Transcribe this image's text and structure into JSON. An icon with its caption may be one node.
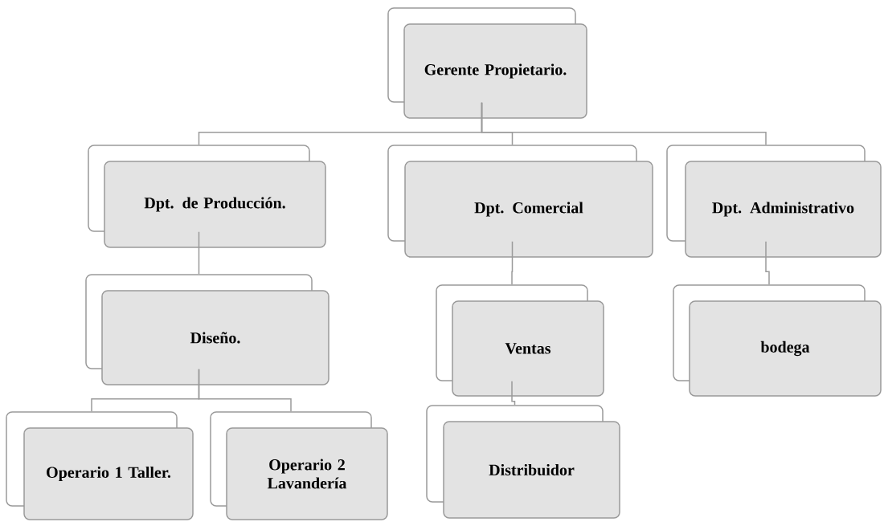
{
  "diagram": {
    "nodes": [
      {
        "text": [
          "Gerente Propietario."
        ]
      },
      {
        "text": [
          "Dpt. de Producción."
        ]
      },
      {
        "text": [
          "Dpt. Comercial"
        ]
      },
      {
        "text": [
          "Dpt. Administrativo"
        ]
      },
      {
        "text": [
          "Diseño."
        ]
      },
      {
        "text": [
          "Ventas"
        ]
      },
      {
        "text": [
          "bodega"
        ]
      },
      {
        "text": [
          "Operario 1 Taller."
        ]
      },
      {
        "text": [
          "Operario 2 Lavandería"
        ]
      },
      {
        "text": [
          "Distribuidor"
        ]
      }
    ],
    "edges": [
      {
        "from": 0,
        "to": 1,
        "arrow": "none"
      },
      {
        "from": 0,
        "to": 2,
        "arrow": "none"
      },
      {
        "from": 0,
        "to": 3,
        "arrow": "none"
      },
      {
        "from": 1,
        "to": 4,
        "arrow": "none"
      },
      {
        "from": 4,
        "to": 7,
        "arrow": "none"
      },
      {
        "from": 4,
        "to": 8,
        "arrow": "none"
      },
      {
        "from": 2,
        "to": 5,
        "arrow": "none"
      },
      {
        "from": 5,
        "to": 9,
        "arrow": "none"
      },
      {
        "from": 3,
        "to": 6,
        "arrow": "none"
      }
    ]
  }
}
